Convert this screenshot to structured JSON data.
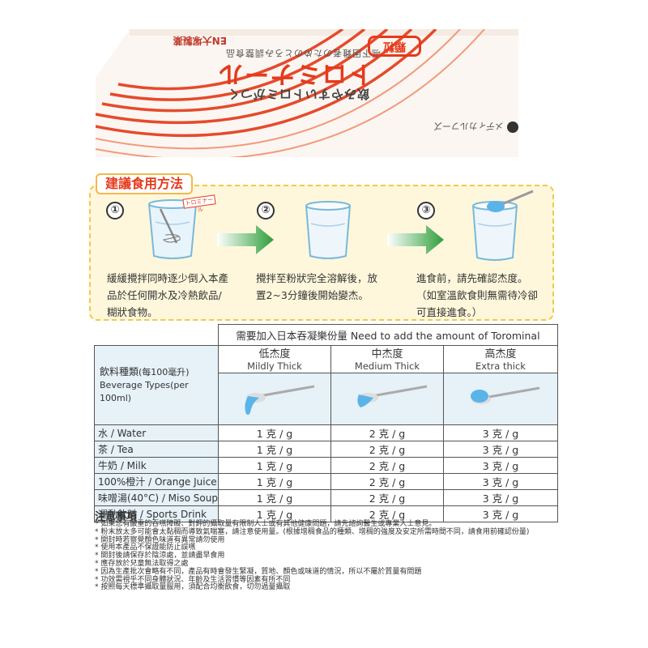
{
  "box": {
    "company_line": "EN大塚製薬",
    "tagline": "嚥下困難者のためのとろみ調整食品",
    "product_name": "トロミナール",
    "product_sub": "飲みやすいトロミがつく",
    "badge": "顆粒",
    "maker": "メディカルフーズ"
  },
  "instructions": {
    "title": "建議食用方法",
    "sachet_label": "トロミナール",
    "steps": [
      {
        "num": "①",
        "lines": [
          "緩緩攪拌同時逐少倒入本產",
          "品於任何開水及冷熱飲品/",
          "糊狀食物。"
        ]
      },
      {
        "num": "②",
        "lines": [
          "攪拌至粉狀完全溶解後，放",
          "置2~3分鐘後開始變杰。"
        ]
      },
      {
        "num": "③",
        "lines": [
          "進食前，請先確認杰度。",
          "（如室溫飲食則無需待冷卻",
          "可直接進食。）"
        ]
      }
    ]
  },
  "table": {
    "need_header": "需要加入日本吞凝樂份量 Need to add the amount of Torominal",
    "beverage_header_zh": "飲料種類",
    "beverage_header_zh_unit": "(每100毫升)",
    "beverage_header_en": "Beverage Types",
    "beverage_header_en_unit": "(per 100ml)",
    "columns": [
      {
        "zh": "低杰度",
        "en": "Mildly Thick"
      },
      {
        "zh": "中杰度",
        "en": "Medium Thick"
      },
      {
        "zh": "高杰度",
        "en": "Extra thick"
      }
    ],
    "rows": [
      {
        "name": "水 / Water",
        "values": [
          "1 克 / g",
          "2 克 / g",
          "3 克 / g"
        ]
      },
      {
        "name": "茶 / Tea",
        "values": [
          "1 克 / g",
          "2 克 / g",
          "3 克 / g"
        ]
      },
      {
        "name": "牛奶 / Milk",
        "values": [
          "1 克 / g",
          "2 克 / g",
          "3 克 / g"
        ]
      },
      {
        "name": "100%橙汁 / Orange Juice",
        "values": [
          "1 克 / g",
          "2 克 / g",
          "3 克 / g"
        ]
      },
      {
        "name": "味噌湯(40°C) / Miso Soup",
        "values": [
          "1 克 / g",
          "2 克 / g",
          "3 克 / g"
        ]
      },
      {
        "name": "運動飲料 / Sports Drink",
        "values": [
          "1 克 / g",
          "2 克 / g",
          "3 克 / g"
        ]
      }
    ]
  },
  "notes": {
    "title": "注意事項",
    "items": [
      "* 如果您有嚴重的吞嚥障礙、對鉀的攝取量有限制人士或有其他健康問題，請先諮詢醫生或專業人士意見。",
      "* 粉末放太多可能會太黏稠而導致氣喘塞，請注意使用量。(根據增稠食品的種類、增稠的強度及安定所需時間不同，請食用前確認份量)",
      "* 開封時若察覺顏色味道有異常請勿使用",
      "* 使用本產品不保證能防止誤嚥",
      "* 開封後請保存於陰涼處，並請盡早食用",
      "* 應存放於兒童無法取得之處",
      "* 因為生產批次會略有不同，產品有時會發生緊凝，質地、顏色或味道的情況，所以不屬於質量有問題",
      "* 功效需視乎不同身體狀況、年齡及生活習慣等因素有所不同",
      "* 按照每天標準攝取量服用，須配合均衡飲食，切勿過量攝取"
    ]
  },
  "colors": {
    "brand_red": "#e53a1c",
    "arrow_green": "#2e9e3a",
    "panel_bg": "#fff7dc",
    "gel_blue": "#5ab4e8",
    "table_tint": "#e6f1f8"
  }
}
